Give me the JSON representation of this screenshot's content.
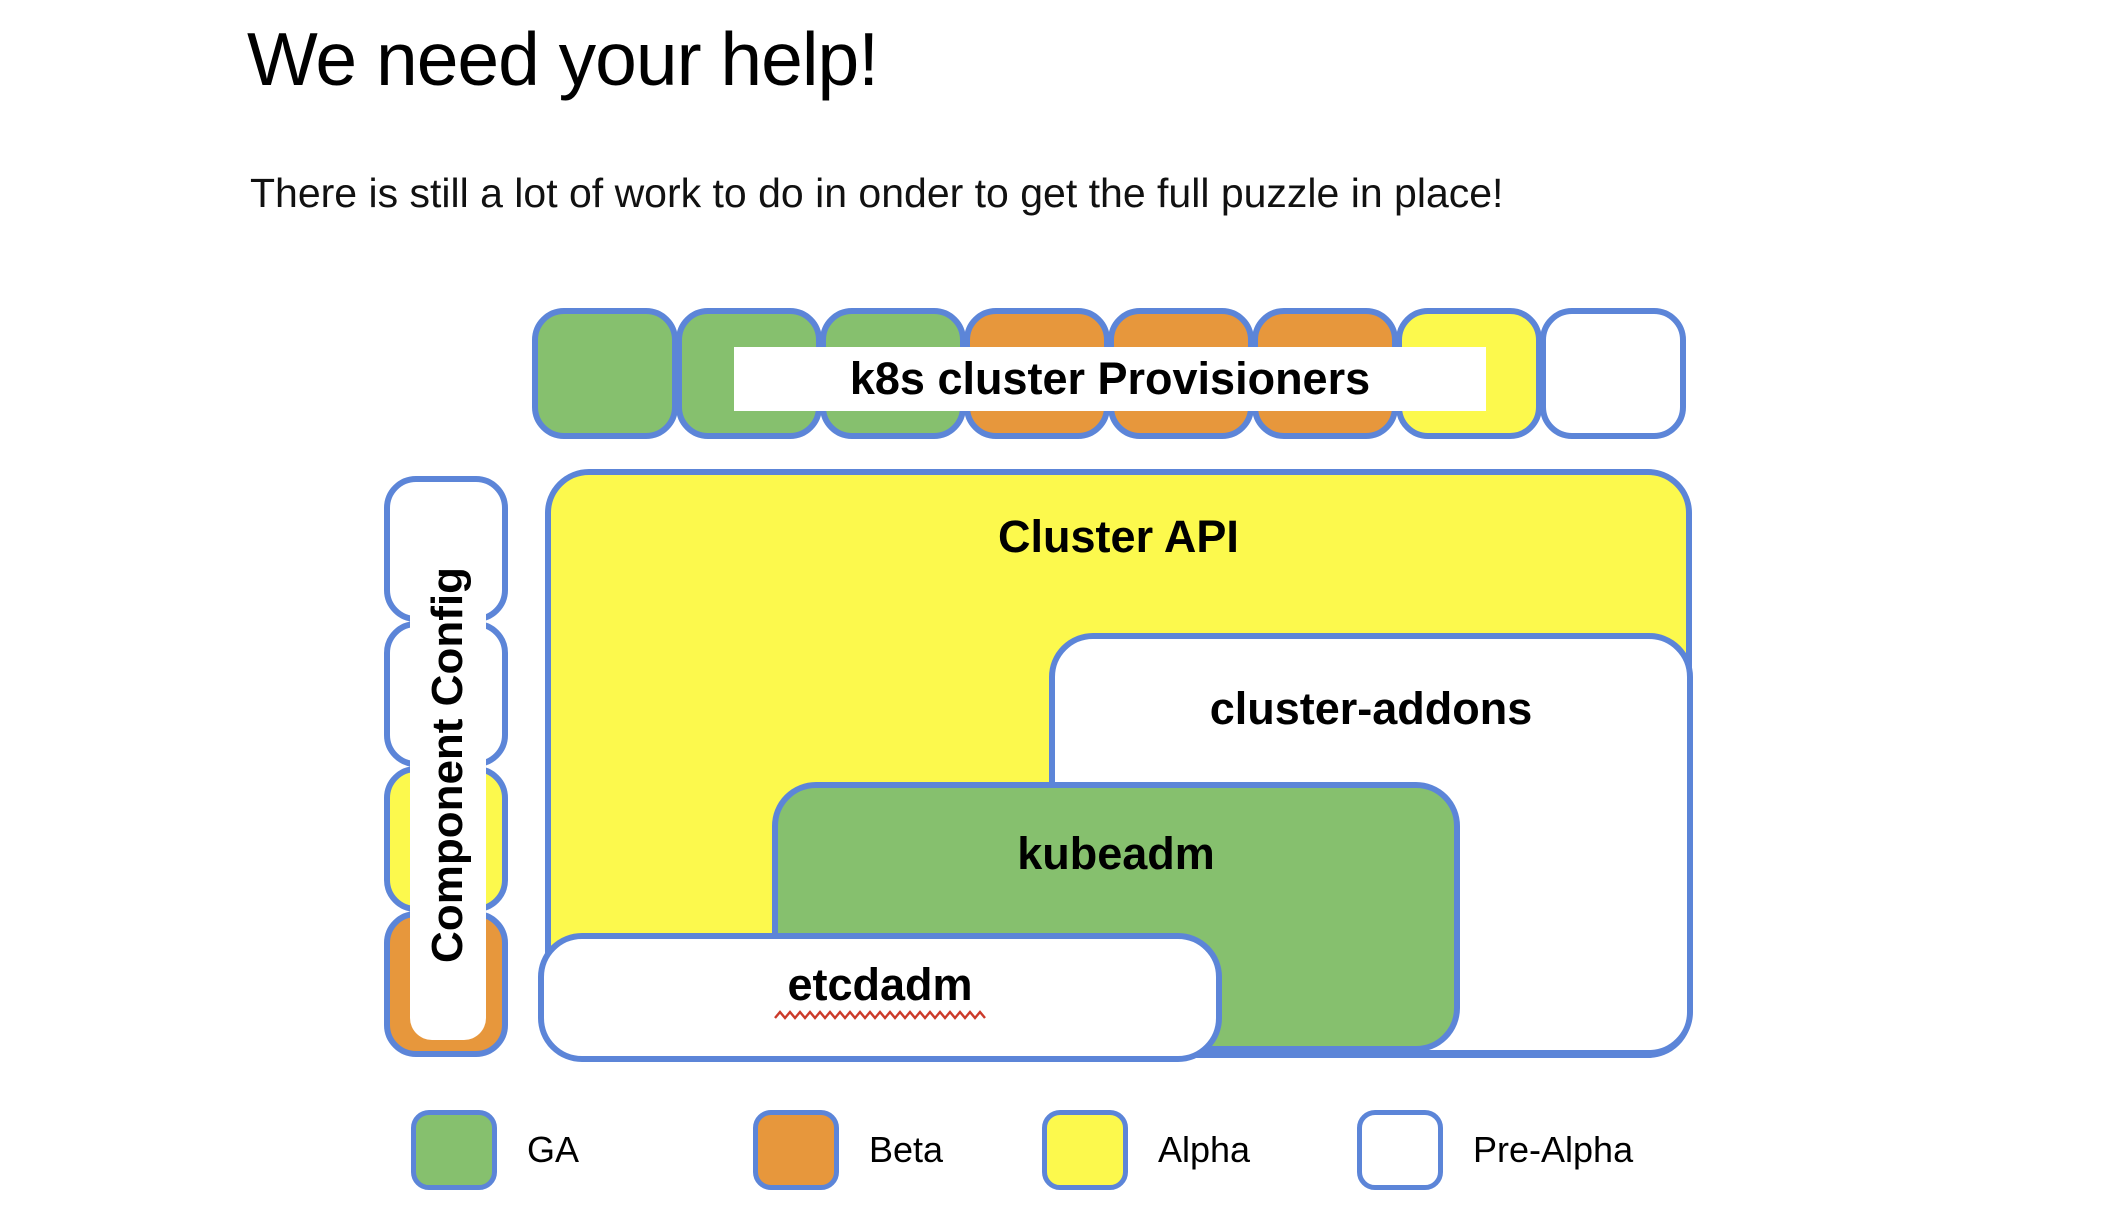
{
  "slide": {
    "title": "We need your help!",
    "subtitle": "There is still a lot of work to do in onder to get the full puzzle in place!"
  },
  "colors": {
    "ga": "#86C06E",
    "beta": "#E7973C",
    "alpha": "#FCF94D",
    "pre_alpha": "#FFFFFF",
    "border_blue": "#5C85D8",
    "squiggle_red": "#CC3A2B"
  },
  "diagram": {
    "provisioners": {
      "label": "k8s cluster Provisioners",
      "pieces": [
        "ga",
        "ga",
        "ga",
        "beta",
        "beta",
        "beta",
        "alpha",
        "pre_alpha"
      ]
    },
    "component_config": {
      "label": "Component Config",
      "pieces": [
        "pre_alpha",
        "pre_alpha",
        "alpha",
        "beta"
      ]
    },
    "boxes": [
      {
        "id": "cluster-api",
        "label": "Cluster API",
        "status": "alpha"
      },
      {
        "id": "cluster-addons",
        "label": "cluster-addons",
        "status": "pre_alpha"
      },
      {
        "id": "kubeadm",
        "label": "kubeadm",
        "status": "ga"
      },
      {
        "id": "etcdadm",
        "label": "etcdadm",
        "status": "pre_alpha",
        "spellcheck_underline": true
      }
    ]
  },
  "legend": {
    "items": [
      {
        "label": "GA",
        "status": "ga"
      },
      {
        "label": "Beta",
        "status": "beta"
      },
      {
        "label": "Alpha",
        "status": "alpha"
      },
      {
        "label": "Pre-Alpha",
        "status": "pre_alpha"
      }
    ]
  }
}
